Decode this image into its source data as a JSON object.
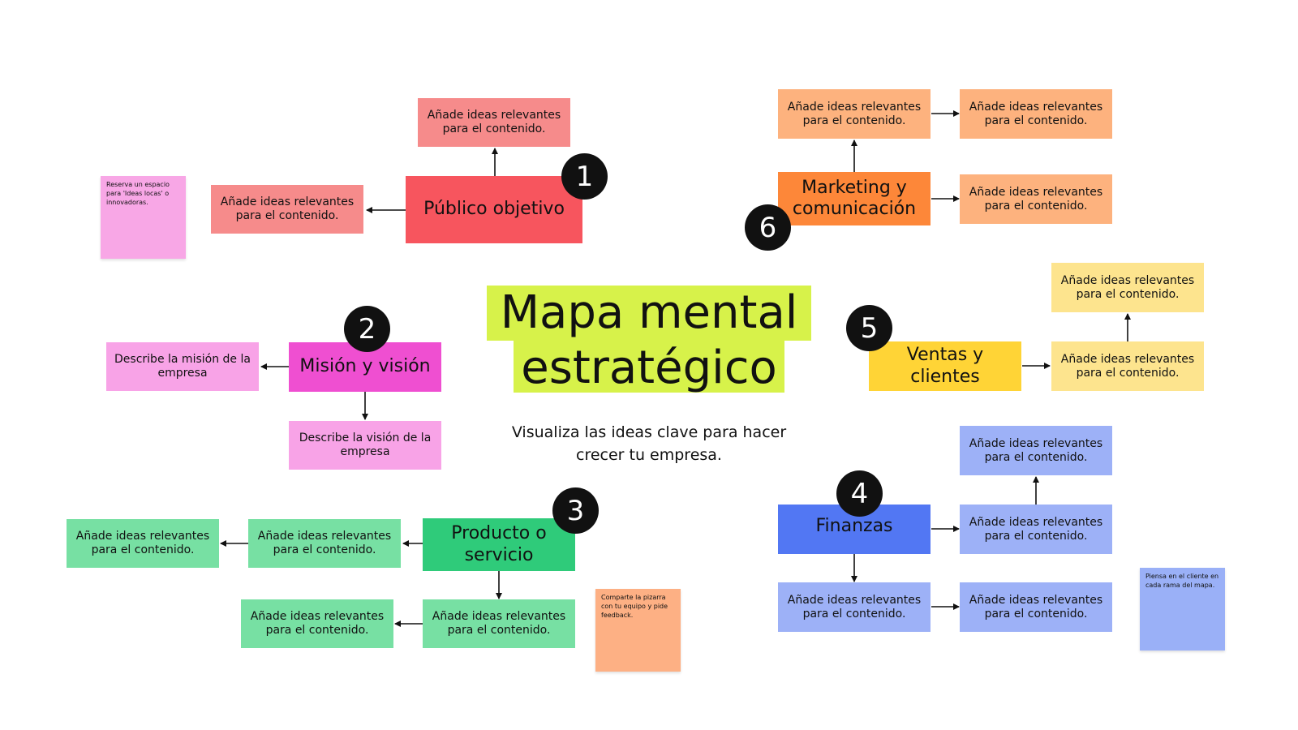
{
  "title": "Mapa mental estratégico",
  "subtitle": "Visualiza las ideas clave para hacer crecer tu empresa.",
  "colors": {
    "red": "#f7555e",
    "red_light": "#f68b8b",
    "magenta": "#ef4fd1",
    "pink_light": "#f8a3e7",
    "green": "#2fcb7a",
    "green_light": "#77e0a3",
    "blue": "#5277f3",
    "blue_light": "#9db1f7",
    "yellow": "#ffd436",
    "yellow_light": "#fde48e",
    "orange": "#fd8739",
    "orange_light": "#fdb27e",
    "title_highlight": "#d7f24a"
  },
  "branches": {
    "publico": {
      "number": "1",
      "label": "Público objetivo",
      "ideas": [
        "Añade ideas relevantes para el contenido.",
        "Añade ideas relevantes para el contenido."
      ]
    },
    "mision": {
      "number": "2",
      "label": "Misión y visión",
      "ideas": [
        "Describe la misión de la empresa",
        "Describe la visión de la empresa"
      ]
    },
    "producto": {
      "number": "3",
      "label": "Producto o servicio",
      "ideas": [
        "Añade ideas relevantes para el contenido.",
        "Añade ideas relevantes para el contenido.",
        "Añade ideas relevantes para el contenido.",
        "Añade ideas relevantes para el contenido."
      ]
    },
    "finanzas": {
      "number": "4",
      "label": "Finanzas",
      "ideas": [
        "Añade ideas relevantes para el contenido.",
        "Añade ideas relevantes para el contenido.",
        "Añade ideas relevantes para el contenido.",
        "Añade ideas relevantes para el contenido."
      ]
    },
    "ventas": {
      "number": "5",
      "label": "Ventas y clientes",
      "ideas": [
        "Añade ideas relevantes para el contenido.",
        "Añade ideas relevantes para el contenido."
      ]
    },
    "marketing": {
      "number": "6",
      "label": "Marketing y comunicación",
      "ideas": [
        "Añade ideas relevantes para el contenido.",
        "Añade ideas relevantes para el contenido.",
        "Añade ideas relevantes para el contenido."
      ]
    }
  },
  "notes": {
    "ideas_locas": "Reserva un espacio para 'Ideas locas' o innovadoras.",
    "compartir": "Comparte la pizarra con tu equipo y pide feedback.",
    "cliente": "Piensa en el cliente en cada rama del mapa."
  }
}
